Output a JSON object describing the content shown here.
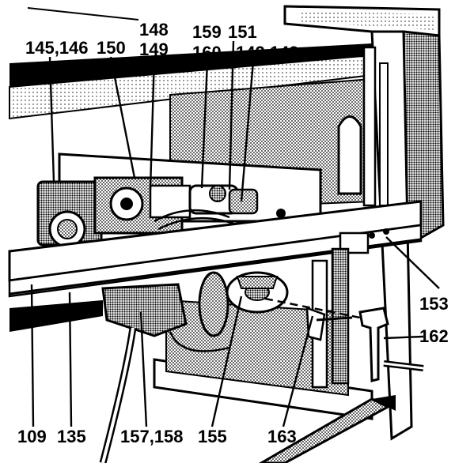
{
  "labels": {
    "l148": "148",
    "l149": "149",
    "l145_146": "145,146",
    "l150": "150",
    "l159": "159",
    "l160": "160",
    "l151": "151",
    "l142_143": "142,143",
    "l153": "153",
    "l162": "162",
    "l109": "109",
    "l135": "135",
    "l157_158": "157,158",
    "l155": "155",
    "l163": "163"
  }
}
